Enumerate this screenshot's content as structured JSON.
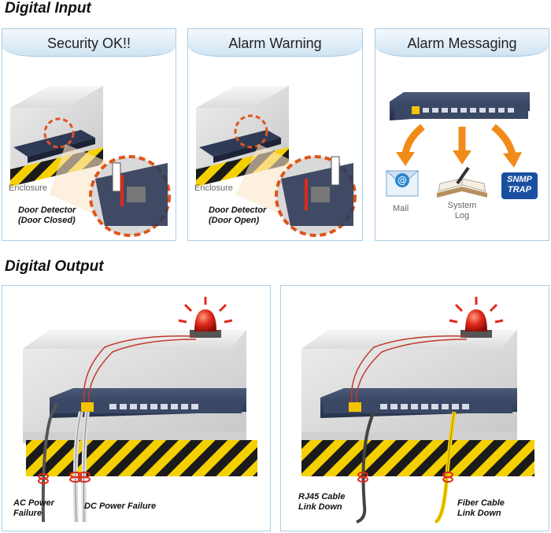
{
  "digital_input": {
    "title": "Digital Input",
    "panels": [
      {
        "tab": "Security OK!!",
        "enclosure": "Enclosure",
        "detector_line1": "Door Detector",
        "detector_line2": "(Door Closed)"
      },
      {
        "tab": "Alarm Warning",
        "enclosure": "Enclosure",
        "detector_line1": "Door Detector",
        "detector_line2": "(Door Open)"
      },
      {
        "tab": "Alarm Messaging",
        "mail": "Mail",
        "system_log_line1": "System",
        "system_log_line2": "Log",
        "snmp_line1": "SNMP",
        "snmp_line2": "TRAP"
      }
    ]
  },
  "digital_output": {
    "title": "Digital Output",
    "left": {
      "ac_line1": "AC Power",
      "ac_line2": "Failure",
      "dc": "DC Power Failure"
    },
    "right": {
      "rj45_line1": "RJ45 Cable",
      "rj45_line2": "Link Down",
      "fiber_line1": "Fiber Cable",
      "fiber_line2": "Link Down"
    }
  },
  "colors": {
    "panel_border": "#a9cde6",
    "tab_gradient_bottom": "#cfe3f2",
    "alarm_red": "#e02a1a",
    "hazard_yellow": "#f5d000",
    "arrow_orange": "#f28a1a",
    "snmp_blue": "#1a4fa0"
  }
}
